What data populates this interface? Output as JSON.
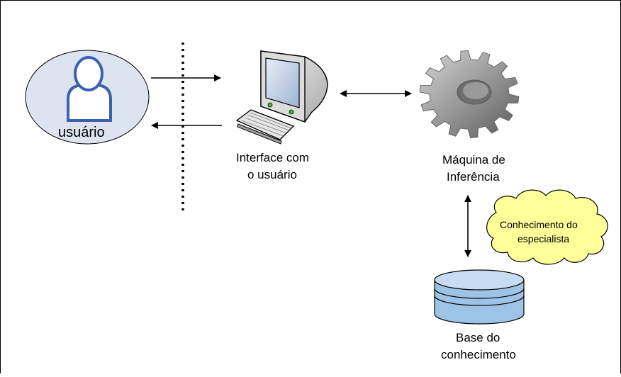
{
  "nodes": {
    "user": {
      "label": "usuário"
    },
    "interface": {
      "line1": "Interface com",
      "line2": "o usuário"
    },
    "engine": {
      "line1": "Máquina de",
      "line2": "Inferência"
    },
    "expert": {
      "line1": "Conhecimento do",
      "line2": "especialista"
    },
    "kb": {
      "line1": "Base do",
      "line2": "conhecimento"
    }
  },
  "colors": {
    "user_ellipse": "#dde4f0",
    "user_figure_stroke": "#3a62b0",
    "cloud_fill": "#ffff99",
    "cylinder_fill": "#9dc3e6",
    "gear_fill": "#8c8c8c"
  }
}
